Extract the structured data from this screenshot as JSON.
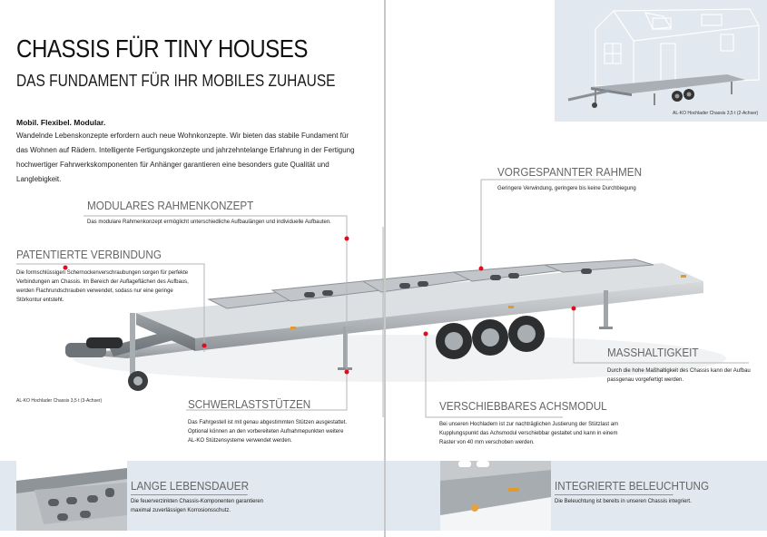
{
  "header": {
    "title": "CHASSIS FÜR TINY HOUSES",
    "subtitle": "DAS FUNDAMENT FÜR IHR MOBILES ZUHAUSE"
  },
  "intro": {
    "headline": "Mobil. Flexibel. Modular.",
    "body": "Wandelnde Lebenskonzepte erfordern auch neue Wohnkonzepte. Wir bieten das stabile Fundament für das Wohnen auf Rädern. Intelligente Fertigungskonzepte und jahrzehntelange Erfahrung in der Fertigung hochwertiger Fahrwerkskomponenten für Anhänger garantieren eine besonders gute Qualität und Langlebigkeit."
  },
  "images": {
    "main_caption": "AL-KO Hochlader Chassis 3,5 t (3-Achser)",
    "inset_caption": "AL-KO Hochlader Chassis 3,5 t (2-Achser)"
  },
  "features": [
    {
      "title": "MODULARES RAHMENKONZEPT",
      "text": "Das modulare Rahmenkonzept ermöglicht unterschiedliche Aufbaulängen und individuelle Aufbauten."
    },
    {
      "title": "PATENTIERTE VERBINDUNG",
      "text": "Die formschlüssigen Schernockenverschraubungen sorgen für perfekte Verbindungen am Chassis. Im Bereich der Auflageflächen des Aufbaus, werden Flachrundschrauben verwendet, sodass nur eine geringe Störkontur entsteht."
    },
    {
      "title": "VORGESPANNTER RAHMEN",
      "text": "Geringere Verwindung, geringere bis keine Durchbiegung"
    },
    {
      "title": "MASSHALTIGKEIT",
      "text": "Durch die hohe Maßhaltigkeit des Chassis kann der Aufbau passgenau vorgefertigt werden."
    },
    {
      "title": "SCHWERLASTSTÜTZEN",
      "text": "Das Fahrgestell ist mit genau abgestimmten Stützen ausgestattet. Optional können an den vorbereiteten Aufnahmepunkten weitere AL-KO Stützensysteme verwendet werden."
    },
    {
      "title": "VERSCHIEBBARES ACHSMODUL",
      "text": "Bei unseren Hochladern ist zur nachträglichen Justierung der Stützlast am Kupplungspunkt das Achsmodul verschiebbar gestaltet und kann in einem Raster von 40 mm verschoben werden."
    }
  ],
  "band": [
    {
      "title": "LANGE LEBENSDAUER",
      "text": "Die feuerverzinkten Chassis-Komponenten garantieren maximal zuverlässigen Korrosionsschutz."
    },
    {
      "title": "INTEGRIERTE BELEUCHTUNG",
      "text": "Die Beleuchtung ist bereits in unseren Chassis integriert."
    }
  ],
  "colors": {
    "accent_dot": "#e00b1c",
    "band_bg": "#e1e8ef",
    "heading_grey": "#666666"
  }
}
